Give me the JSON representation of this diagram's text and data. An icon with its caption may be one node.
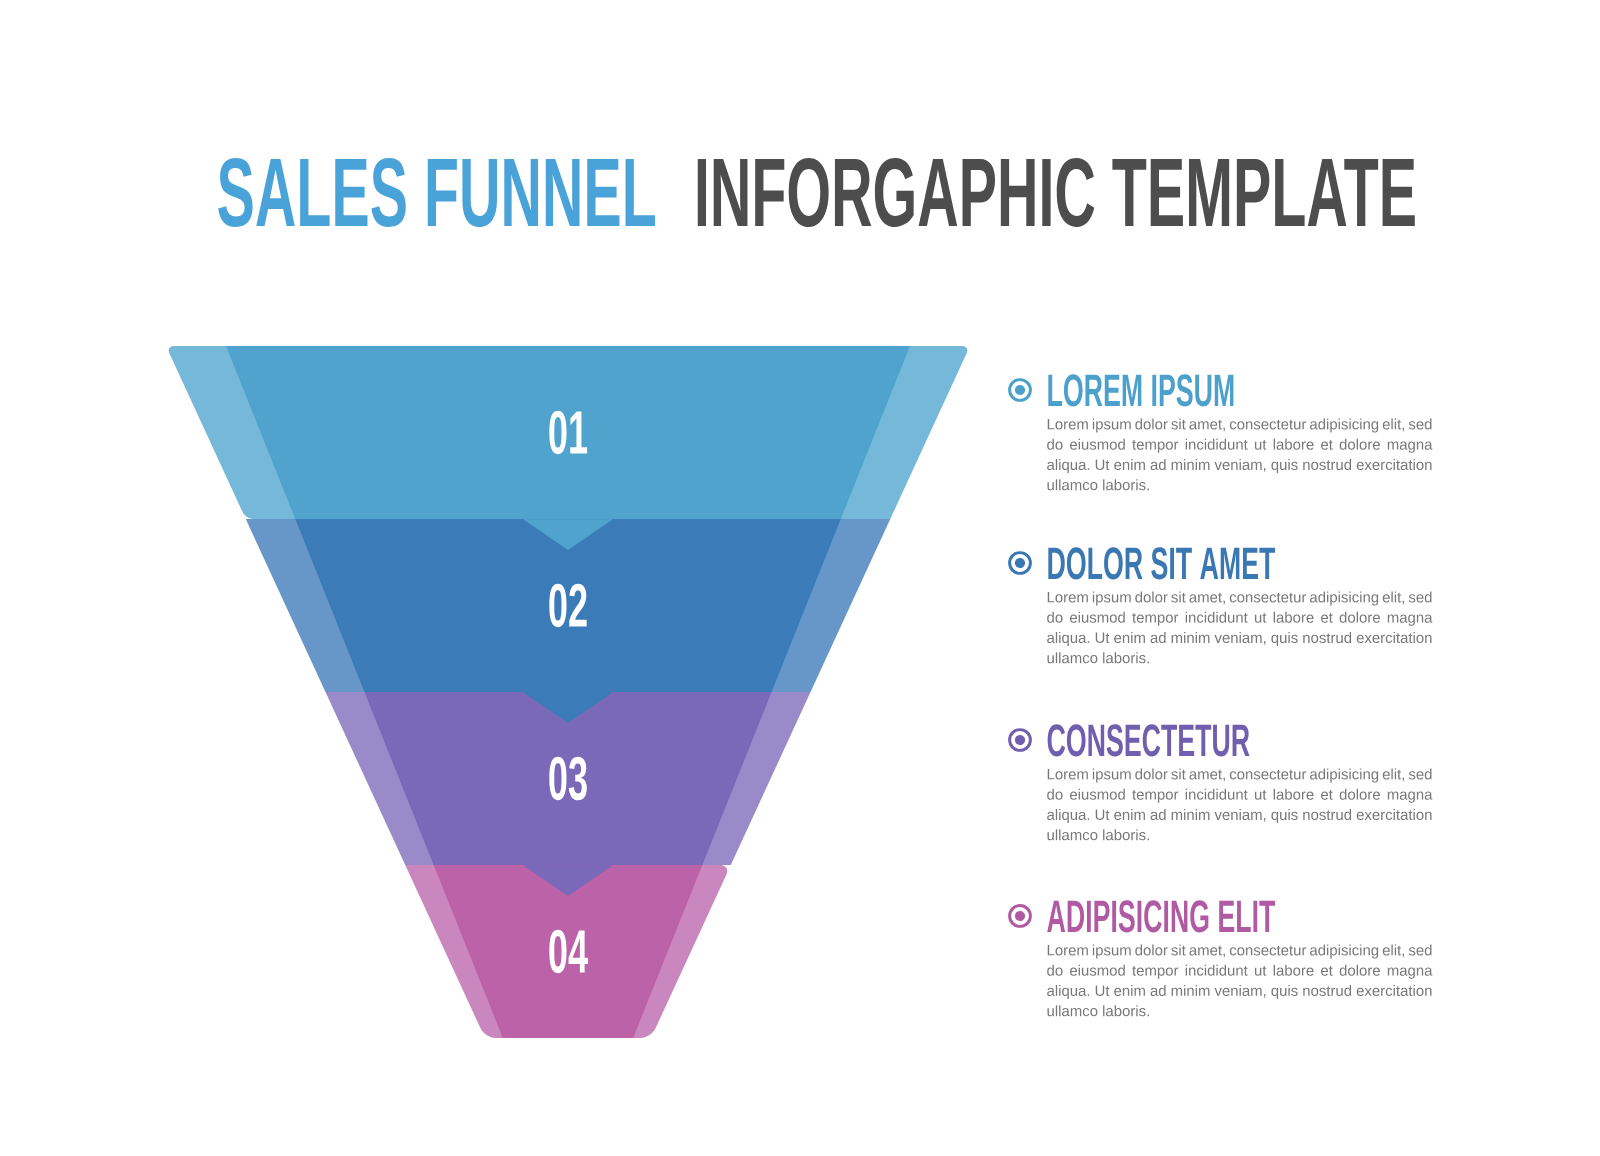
{
  "diagram": {
    "title": "SALES FUNNEL",
    "nodes": [
      {
        "text": [
          "01"
        ],
        "beside": [
          "LOREM IPSUM",
          "Lorem ipsum dolor sit amet, consectetur adipisicing elit, sed do eiusmod tempor incididunt ut labore et dolore magna aliqua. Ut enim ad minim veniam, quis nostrud exercitation ullamco laboris."
        ]
      },
      {
        "text": [
          "02"
        ],
        "beside": [
          "DOLOR SIT AMET",
          "Lorem ipsum dolor sit amet, consectetur adipisicing elit, sed do eiusmod tempor incididunt ut labore et dolore magna aliqua. Ut enim ad minim veniam, quis nostrud exercitation ullamco laboris."
        ]
      },
      {
        "text": [
          "03"
        ],
        "beside": [
          "CONSECTETUR",
          "Lorem ipsum dolor sit amet, consectetur adipisicing elit, sed do eiusmod tempor incididunt ut labore et dolore magna aliqua. Ut enim ad minim veniam, quis nostrud exercitation ullamco laboris."
        ]
      },
      {
        "text": [
          "04"
        ],
        "beside": [
          "ADIPISICING ELIT",
          "Lorem ipsum dolor sit amet, consectetur adipisicing elit, sed do eiusmod tempor incididunt ut labore et dolore magna aliqua. Ut enim ad minim veniam, quis nostrud exercitation ullamco laboris."
        ]
      }
    ],
    "edges": [
      {
        "from": 0,
        "to": 1,
        "arrow": "to"
      },
      {
        "from": 1,
        "to": 2,
        "arrow": "to"
      },
      {
        "from": 2,
        "to": 3,
        "arrow": "to"
      }
    ],
    "labels": [
      "INFORGAPHIC TEMPLATE"
    ]
  }
}
